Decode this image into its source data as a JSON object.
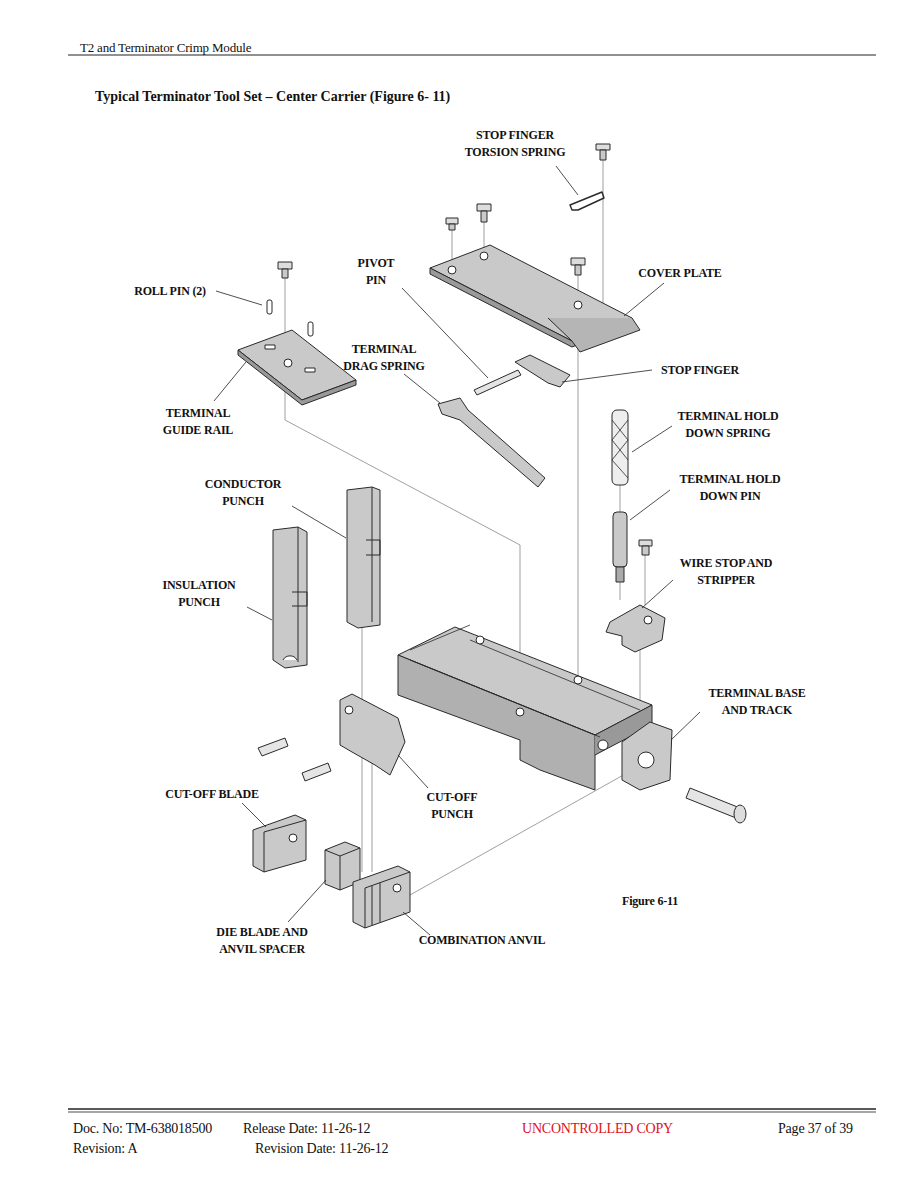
{
  "diagram": {
    "title": "Typical Terminator Tool Set – Center Carrier (Figure 6- 11)",
    "labels": [
      "T2 and Terminator Crimp Module",
      "STOP FINGER TORSION SPRING",
      "ROLL PIN (2)",
      "PIVOT PIN",
      "COVER PLATE",
      "TERMINAL DRAG SPRING",
      "STOP FINGER",
      "TERMINAL GUIDE RAIL",
      "TERMINAL HOLD DOWN SPRING",
      "CONDUCTOR PUNCH",
      "TERMINAL HOLD DOWN PIN",
      "INSULATION PUNCH",
      "WIRE STOP AND STRIPPER",
      "TERMINAL BASE AND TRACK",
      "CUT-OFF BLADE",
      "CUT-OFF PUNCH",
      "Figure 6-11",
      "DIE BLADE AND ANVIL SPACER",
      "COMBINATION ANVIL",
      "Doc. No: TM-638018500",
      "Release Date: 11-26-12",
      "UNCONTROLLED COPY",
      "Page 37 of 39",
      "Revision: A",
      "Revision Date: 11-26-12"
    ]
  }
}
